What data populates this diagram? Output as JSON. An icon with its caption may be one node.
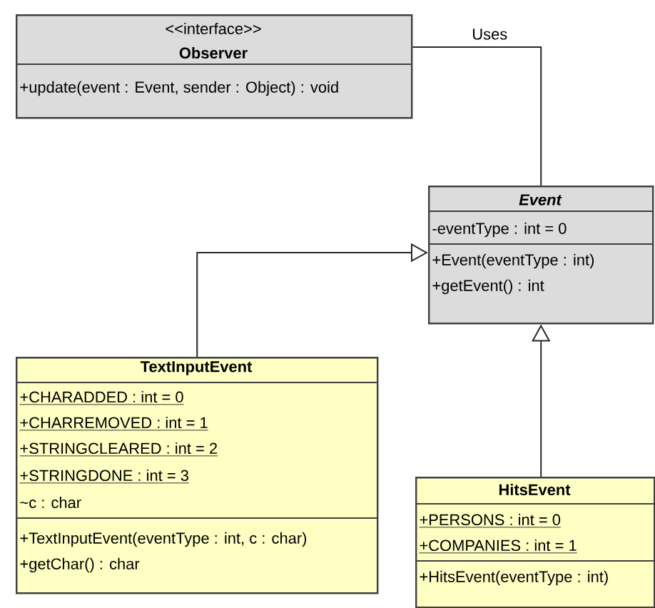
{
  "diagram": {
    "nodes": [
      {
        "text": [
          "<<interface>>",
          "Observer",
          "+update(event : Event, sender : Object) : void"
        ]
      },
      {
        "text": [
          "Event",
          "-eventType : int = 0",
          "+Event(eventType : int)",
          "+getEvent() : int"
        ]
      },
      {
        "text": [
          "TextInputEvent",
          "+CHARADDED : int = 0",
          "+CHARREMOVED : int = 1",
          "+STRINGCLEARED : int = 2",
          "+STRINGDONE : int = 3",
          "~c : char",
          "+TextInputEvent(eventType : int, c : char)",
          "+getChar() : char"
        ]
      },
      {
        "text": [
          "HitsEvent",
          "+PERSONS : int = 0",
          "+COMPANIES : int = 1",
          "+HitsEvent(eventType : int)"
        ]
      }
    ],
    "edges": [
      {
        "from": 0,
        "to": 1,
        "arrow": "none",
        "label": "Uses"
      },
      {
        "from": 2,
        "to": 1,
        "arrow": "to"
      },
      {
        "from": 3,
        "to": 1,
        "arrow": "to"
      }
    ]
  }
}
